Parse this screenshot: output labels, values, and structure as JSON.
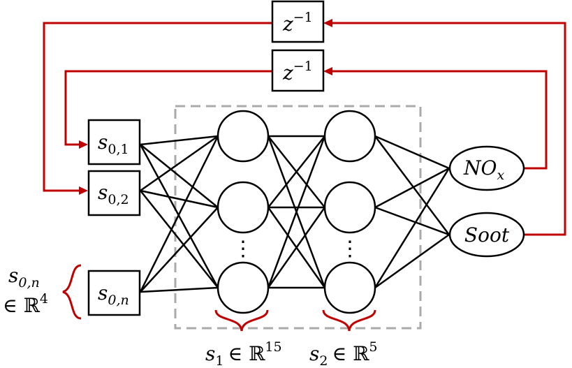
{
  "delays": [
    {
      "label": "z",
      "exp": "−1"
    },
    {
      "label": "z",
      "exp": "−1"
    }
  ],
  "inputs": [
    {
      "label": "s",
      "sub": "0,1"
    },
    {
      "label": "s",
      "sub": "0,2"
    },
    {
      "label": "s",
      "sub": "0,n"
    }
  ],
  "input_annotation": {
    "label": "s",
    "sub": "0,n",
    "member": "∈ ℝ",
    "exp": "4"
  },
  "hidden1": {
    "label": "s",
    "sub": "1",
    "member": "∈ ℝ",
    "exp": "15"
  },
  "hidden2": {
    "label": "s",
    "sub": "2",
    "member": "∈ ℝ",
    "exp": "5"
  },
  "ellipsis": "⋮",
  "outputs": [
    {
      "label": "NO",
      "sub": "x"
    },
    {
      "label": "Soot",
      "sub": ""
    }
  ],
  "colors": {
    "feedback": "#c00000",
    "box": "#9e9e9e",
    "line": "#000000"
  }
}
